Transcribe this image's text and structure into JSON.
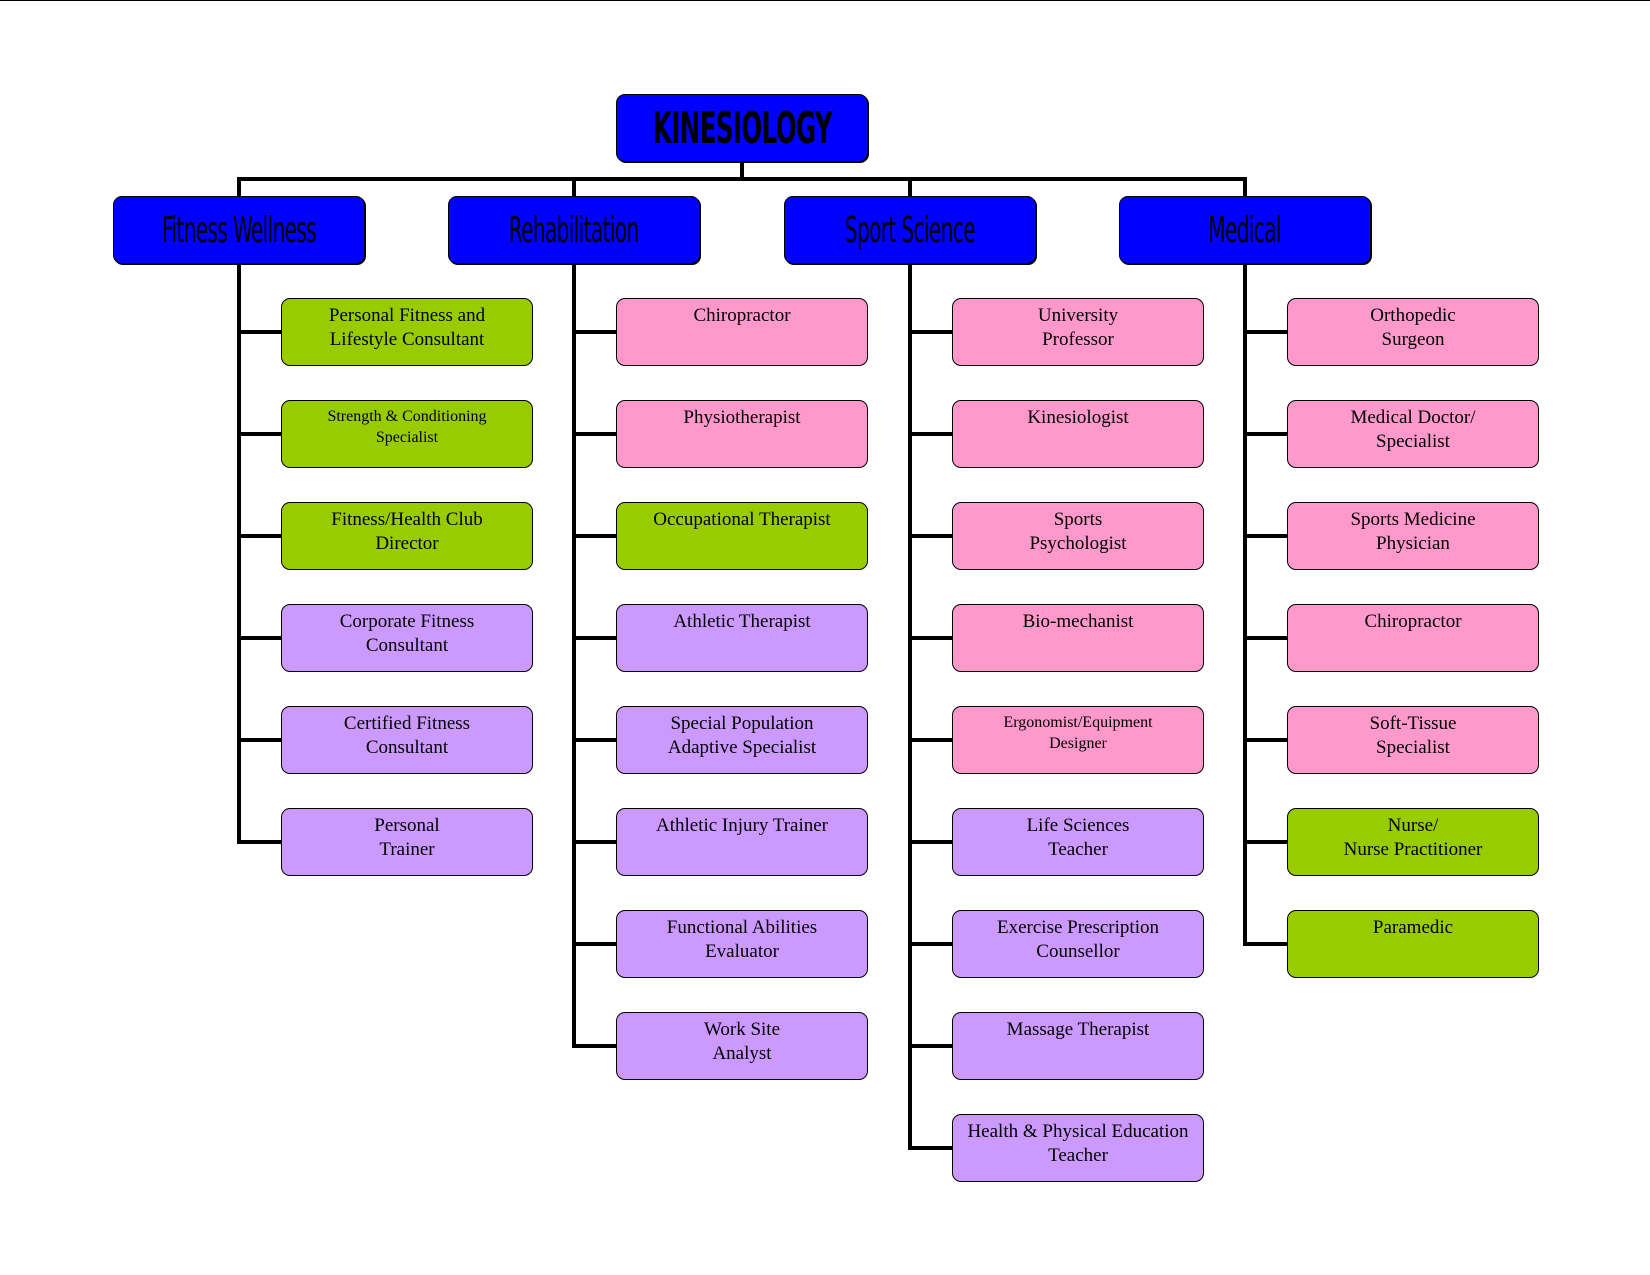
{
  "title": "KINESIOLOGY",
  "colors": {
    "header": "#0000ff",
    "green": "#99cc00",
    "pink": "#ff99cc",
    "purple": "#cc99ff",
    "line": "#000000"
  },
  "categories": [
    {
      "name": "Fitness Wellness",
      "items": [
        {
          "label": "Personal Fitness and\nLifestyle Consultant",
          "color": "green"
        },
        {
          "label": "Strength & Conditioning\nSpecialist",
          "color": "green",
          "small": true
        },
        {
          "label": "Fitness/Health Club\nDirector",
          "color": "green"
        },
        {
          "label": "Corporate Fitness\nConsultant",
          "color": "purple"
        },
        {
          "label": "Certified Fitness\nConsultant",
          "color": "purple"
        },
        {
          "label": "Personal\nTrainer",
          "color": "purple"
        }
      ]
    },
    {
      "name": "Rehabilitation",
      "items": [
        {
          "label": "Chiropractor",
          "color": "pink"
        },
        {
          "label": "Physiotherapist",
          "color": "pink"
        },
        {
          "label": "Occupational Therapist",
          "color": "green"
        },
        {
          "label": "Athletic Therapist",
          "color": "purple"
        },
        {
          "label": "Special Population\nAdaptive Specialist",
          "color": "purple"
        },
        {
          "label": "Athletic Injury Trainer",
          "color": "purple"
        },
        {
          "label": "Functional Abilities\nEvaluator",
          "color": "purple"
        },
        {
          "label": "Work Site\nAnalyst",
          "color": "purple"
        }
      ]
    },
    {
      "name": "Sport Science",
      "items": [
        {
          "label": "University\nProfessor",
          "color": "pink"
        },
        {
          "label": "Kinesiologist",
          "color": "pink"
        },
        {
          "label": "Sports\nPsychologist",
          "color": "pink"
        },
        {
          "label": "Bio-mechanist",
          "color": "pink"
        },
        {
          "label": "Ergonomist/Equipment\nDesigner",
          "color": "pink",
          "small": true
        },
        {
          "label": "Life Sciences\nTeacher",
          "color": "purple"
        },
        {
          "label": "Exercise Prescription\nCounsellor",
          "color": "purple"
        },
        {
          "label": "Massage Therapist",
          "color": "purple"
        },
        {
          "label": "Health & Physical Education\nTeacher",
          "color": "purple"
        }
      ]
    },
    {
      "name": "Medical",
      "items": [
        {
          "label": "Orthopedic\nSurgeon",
          "color": "pink"
        },
        {
          "label": "Medical Doctor/\nSpecialist",
          "color": "pink"
        },
        {
          "label": "Sports Medicine\nPhysician",
          "color": "pink"
        },
        {
          "label": "Chiropractor",
          "color": "pink"
        },
        {
          "label": "Soft-Tissue\nSpecialist",
          "color": "pink"
        },
        {
          "label": "Nurse/\nNurse Practitioner",
          "color": "green"
        },
        {
          "label": "Paramedic",
          "color": "green"
        }
      ]
    }
  ]
}
